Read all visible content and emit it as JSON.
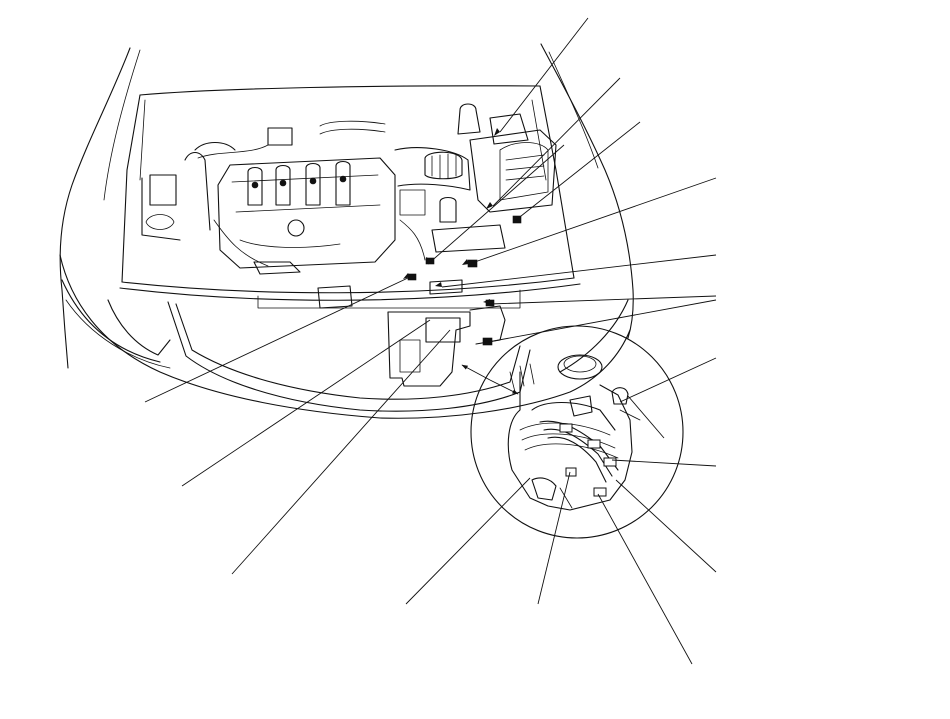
{
  "figure": {
    "subject": "engine-compartment-component-locator",
    "colors": {
      "line": "#111111",
      "background": "#ffffff"
    },
    "callouts": [
      {
        "id": "callout-1",
        "side": "right"
      },
      {
        "id": "callout-2",
        "side": "right"
      },
      {
        "id": "callout-3",
        "side": "right"
      },
      {
        "id": "callout-4",
        "side": "right"
      },
      {
        "id": "callout-5",
        "side": "right"
      },
      {
        "id": "callout-6",
        "side": "right"
      },
      {
        "id": "callout-7",
        "side": "right"
      },
      {
        "id": "callout-8",
        "side": "right"
      },
      {
        "id": "callout-9",
        "side": "right"
      },
      {
        "id": "callout-10",
        "side": "bottom"
      },
      {
        "id": "callout-11",
        "side": "bottom"
      },
      {
        "id": "callout-12",
        "side": "bottom"
      },
      {
        "id": "callout-13",
        "side": "left"
      },
      {
        "id": "callout-14",
        "side": "left"
      },
      {
        "id": "callout-15",
        "side": "left"
      }
    ]
  }
}
